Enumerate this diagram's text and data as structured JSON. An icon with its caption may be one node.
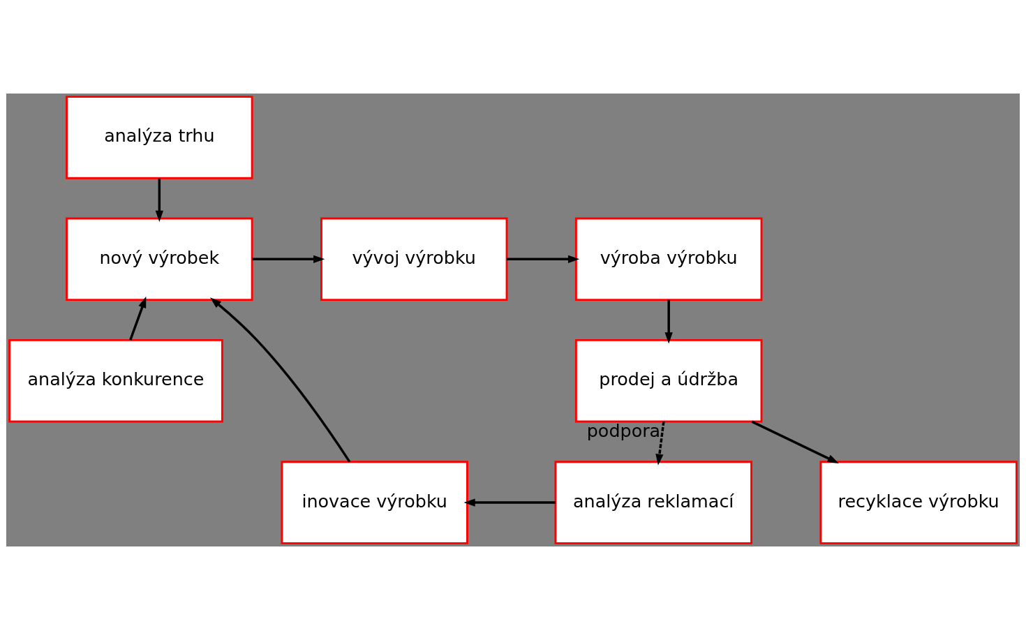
{
  "diagram": {
    "nodes": [
      {
        "text": [
          "analýza trhu"
        ]
      },
      {
        "text": [
          "nový výrobek"
        ]
      },
      {
        "text": [
          "vývoj výrobku"
        ]
      },
      {
        "text": [
          "výroba výrobku"
        ]
      },
      {
        "text": [
          "analýza konkurence"
        ]
      },
      {
        "text": [
          "prodej a údržba"
        ]
      },
      {
        "text": [
          "inovace výrobku"
        ]
      },
      {
        "text": [
          "analýza reklamací"
        ]
      },
      {
        "text": [
          "recyklace výrobku"
        ]
      }
    ],
    "edges": [
      {
        "from": 0,
        "to": 1,
        "arrow": "to"
      },
      {
        "from": 1,
        "to": 2,
        "arrow": "to"
      },
      {
        "from": 2,
        "to": 3,
        "arrow": "to"
      },
      {
        "from": 4,
        "to": 1,
        "arrow": "to"
      },
      {
        "from": 3,
        "to": 5,
        "arrow": "to"
      },
      {
        "from": 5,
        "to": 7,
        "arrow": "to",
        "style": "dashed",
        "label": "podpora"
      },
      {
        "from": 5,
        "to": 8,
        "arrow": "to"
      },
      {
        "from": 7,
        "to": 6,
        "arrow": "to"
      },
      {
        "from": 6,
        "to": 1,
        "arrow": "to"
      }
    ]
  }
}
